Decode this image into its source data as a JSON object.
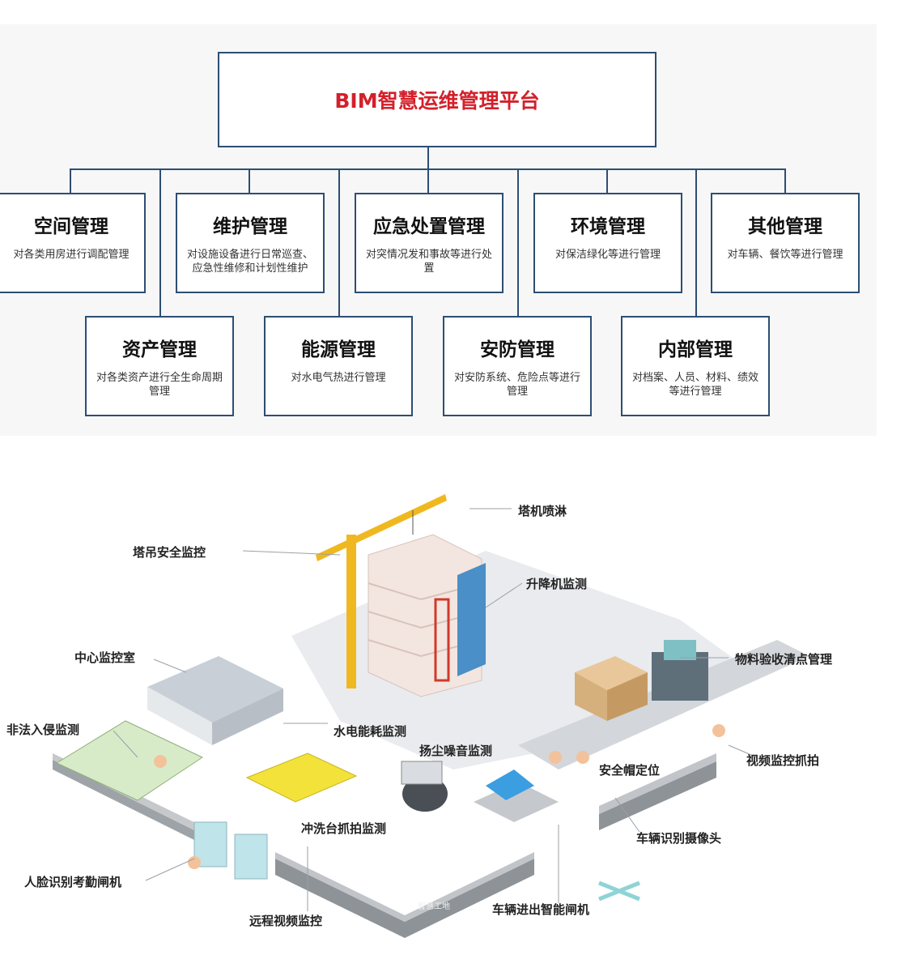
{
  "platform": {
    "title": "BIM智慧运维管理平台"
  },
  "modules_top": [
    {
      "title": "空间管理",
      "desc": "对各类用房进行调配管理"
    },
    {
      "title": "维护管理",
      "desc": "对设施设备进行日常巡查、应急性维修和计划性维护"
    },
    {
      "title": "应急处置管理",
      "desc": "对突情况发和事故等进行处置"
    },
    {
      "title": "环境管理",
      "desc": "对保洁绿化等进行管理"
    },
    {
      "title": "其他管理",
      "desc": "对车辆、餐饮等进行管理"
    }
  ],
  "modules_bottom": [
    {
      "title": "资产管理",
      "desc": "对各类资产进行全生命周期管理"
    },
    {
      "title": "能源管理",
      "desc": "对水电气热进行管理"
    },
    {
      "title": "安防管理",
      "desc": "对安防系统、危险点等进行管理"
    },
    {
      "title": "内部管理",
      "desc": "对档案、人员、材料、绩效等进行管理"
    }
  ],
  "site_labels": {
    "crane_spray": "塔机喷淋",
    "crane_safety": "塔吊安全监控",
    "elevator": "升降机监测",
    "control_room": "中心监控室",
    "material": "物料验收清点管理",
    "intrusion": "非法入侵监测",
    "energy": "水电能耗监测",
    "dust": "扬尘噪音监测",
    "video_capture": "视频监控抓拍",
    "helmet": "安全帽定位",
    "wash": "冲洗台抓拍监测",
    "plate_cam": "车辆识别摄像头",
    "face_gate": "人脸识别考勤闸机",
    "remote_video": "远程视频监控",
    "vehicle_gate": "车辆进出智能闸机",
    "wall_sign": "智慧工地"
  },
  "colors": {
    "box_border": "#2d4e73",
    "title_red": "#d4202a",
    "crane": "#f0b820",
    "accent_blue": "#3a7fc0"
  }
}
